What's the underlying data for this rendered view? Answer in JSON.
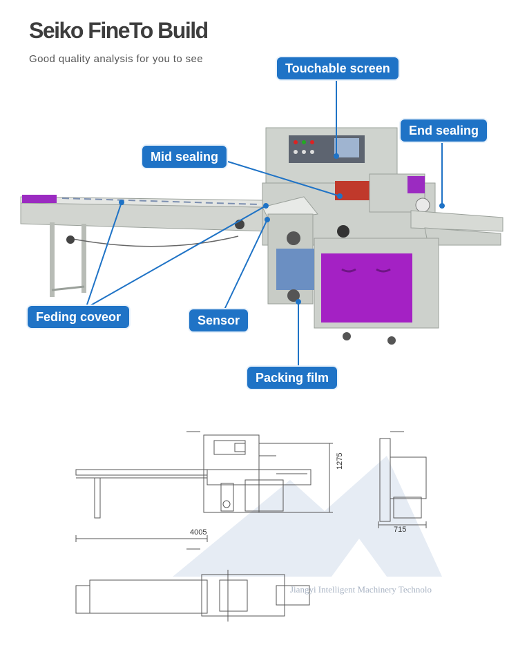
{
  "header": {
    "title": "Seiko FineTo Build",
    "subtitle": "Good quality analysis for you to see"
  },
  "callouts": {
    "touch": "Touchable screen",
    "end": "End sealing",
    "mid": "Mid sealing",
    "feed": "Feding coveor",
    "sensor": "Sensor",
    "film": "Packing film"
  },
  "drawing": {
    "length": "4005",
    "height": "1275",
    "width": "715",
    "watermark": "Jiangyi Intelligent Machinery Technolo"
  },
  "colors": {
    "accent": "#1f73c6",
    "machine": "#c9cdc8",
    "panel": "#a421c4"
  }
}
